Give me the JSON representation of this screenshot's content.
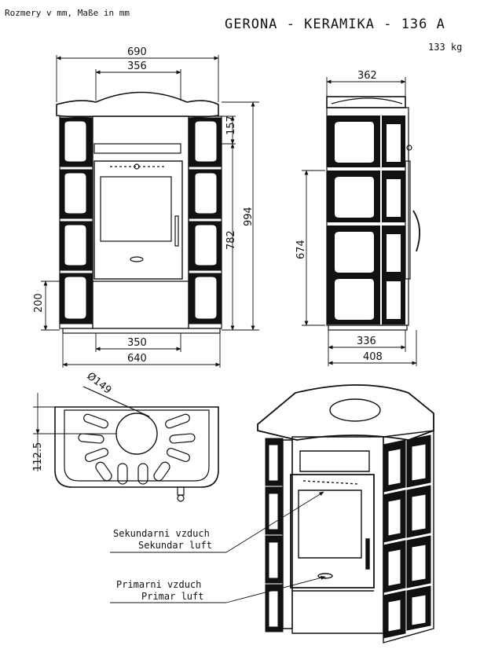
{
  "header": {
    "units_note": "Rozmery v mm, Maße in mm",
    "model": "GERONA - KERAMIKA - 136 A",
    "weight": "133 kg"
  },
  "dimensions": {
    "front_top_width": "690",
    "front_top_inner": "356",
    "front_height_157": "157",
    "front_height_782": "782",
    "front_height_994": "994",
    "front_height_200": "200",
    "front_bottom_inner": "350",
    "front_bottom_width": "640",
    "side_top_width": "362",
    "side_height_674": "674",
    "side_bottom_inner": "336",
    "side_bottom_width": "408",
    "top_diameter": "Ø149",
    "top_offset": "112.5"
  },
  "labels": {
    "secondary_air_cz": "Sekundarni vzduch",
    "secondary_air_de": "Sekundar luft",
    "primary_air_cz": "Primarni vzduch",
    "primary_air_de": "Primar luft"
  }
}
